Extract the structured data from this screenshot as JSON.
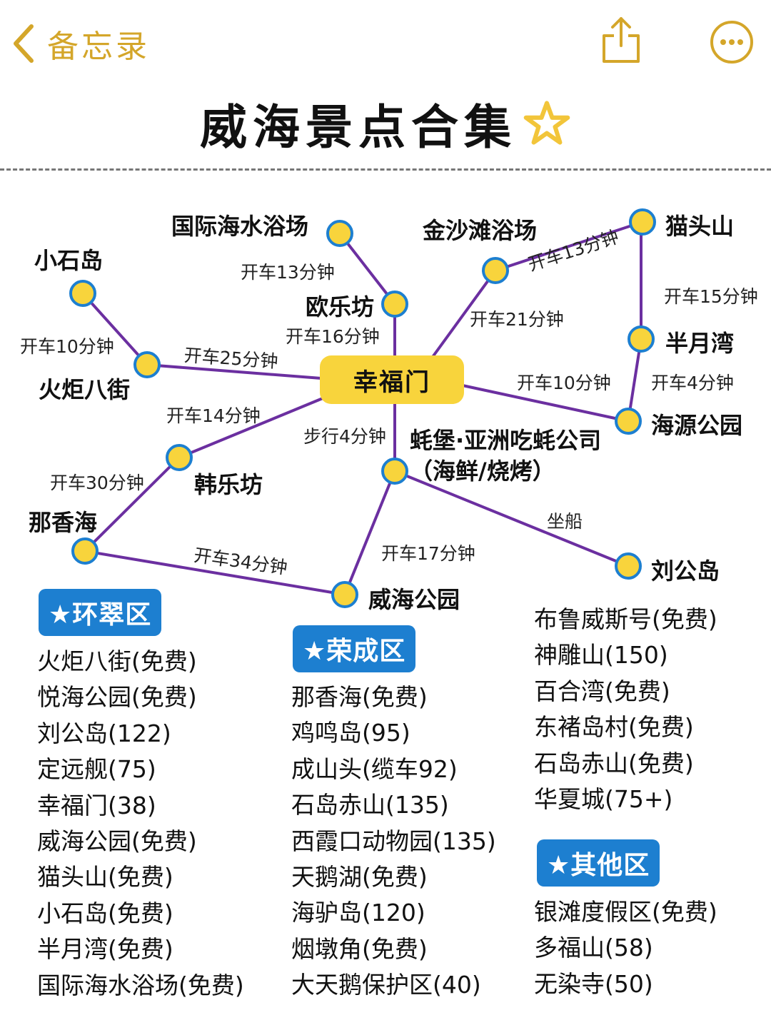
{
  "nav": {
    "back_label": "备忘录"
  },
  "title": "威海景点合集",
  "colors": {
    "accent": "#d4a62a",
    "line": "#6b2fa0",
    "node": "#f8d43c",
    "badge": "#1d7fd0"
  },
  "map": {
    "hub": "幸福门",
    "places": {
      "guoji": "国际海水浴场",
      "jinsha": "金沙滩浴场",
      "maotou": "猫头山",
      "xiaoshi": "小石岛",
      "oule": "欧乐坊",
      "banyue": "半月湾",
      "huoju": "火炬八街",
      "haiyuan": "海源公园",
      "hao_line1": "蚝堡·亚洲吃蚝公司",
      "hao_line2": "（海鲜/烧烤）",
      "hanle": "韩乐坊",
      "naxiang": "那香海",
      "liugong": "刘公岛",
      "weihai_park": "威海公园"
    },
    "times": {
      "t_guoji": "开车13分钟",
      "t_oule": "开车16分钟",
      "t_jinsha": "开车21分钟",
      "t_maotou": "开车13分钟",
      "t_banyue": "开车15分钟",
      "t_xiaoshi": "开车10分钟",
      "t_huoju": "开车25分钟",
      "t_haiyuan": "开车10分钟",
      "t_haiyuan_banyue": "开车4分钟",
      "t_hanle": "开车14分钟",
      "t_hao": "步行4分钟",
      "t_naxiang": "开车30分钟",
      "t_liugong": "坐船",
      "t_weihai": "开车17分钟",
      "t_naxiang_weihai": "开车34分钟"
    }
  },
  "sections": {
    "huancui": {
      "title": "★环翠区",
      "items": [
        "火炬八街(免费)",
        "悦海公园(免费)",
        "刘公岛(122)",
        "定远舰(75)",
        "幸福门(38)",
        "威海公园(免费)",
        "猫头山(免费)",
        "小石岛(免费)",
        "半月湾(免费)",
        "国际海水浴场(免费)"
      ]
    },
    "rongcheng": {
      "title": "★荣成区",
      "items": [
        "那香海(免费)",
        "鸡鸣岛(95)",
        "成山头(缆车92)",
        "石岛赤山(135)",
        "西霞口动物园(135)",
        "天鹅湖(免费)",
        "海驴岛(120)",
        "烟墩角(免费)",
        "大天鹅保护区(40)"
      ]
    },
    "right": {
      "items": [
        "布鲁威斯号(免费)",
        "神雕山(150)",
        "百合湾(免费)",
        "东褚岛村(免费)",
        "石岛赤山(免费)",
        "华夏城(75+)"
      ]
    },
    "other": {
      "title": "★其他区",
      "items": [
        "银滩度假区(免费)",
        "多福山(58)",
        "无染寺(50)"
      ]
    }
  }
}
